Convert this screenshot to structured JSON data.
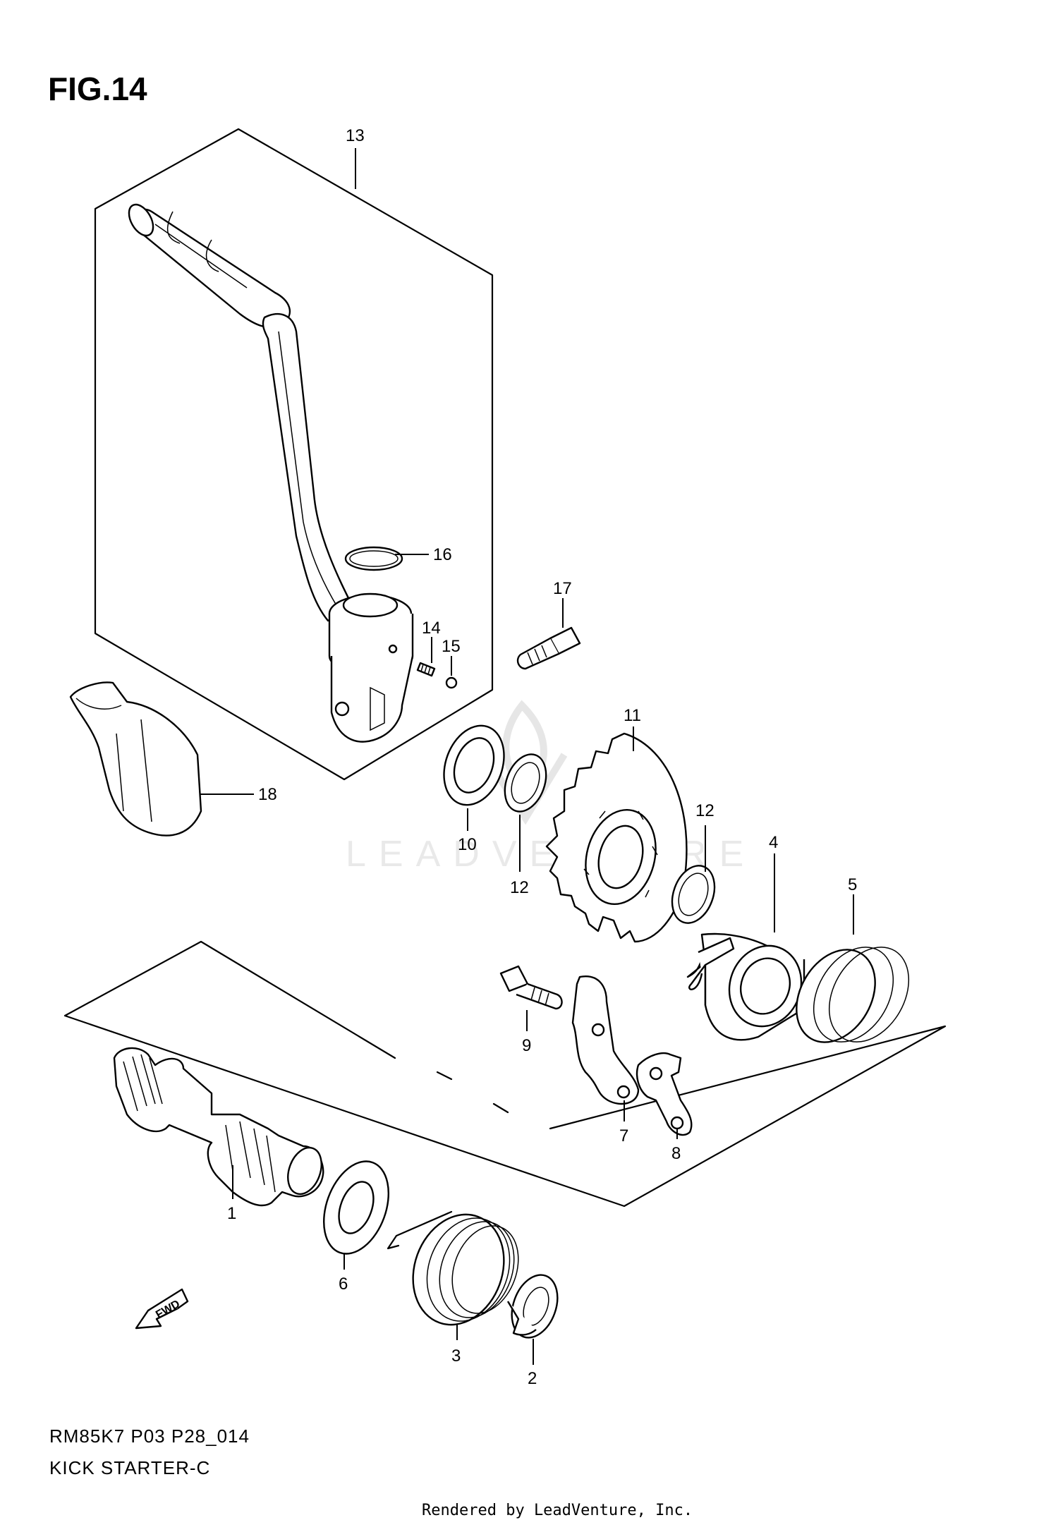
{
  "figure": {
    "title": "FIG.14",
    "model_code": "RM85K7 P03 P28_014",
    "section_name": "KICK STARTER-C",
    "credit": "Rendered by LeadVenture, Inc.",
    "watermark": "LEADVENTURE",
    "fwd_arrow_label": "FWD"
  },
  "callouts": [
    {
      "id": "13",
      "label": "13",
      "part": "kick-lever-assembly"
    },
    {
      "id": "16",
      "label": "16",
      "part": "circlip"
    },
    {
      "id": "17",
      "label": "17",
      "part": "lever-bolt"
    },
    {
      "id": "14",
      "label": "14",
      "part": "lever-pin"
    },
    {
      "id": "15",
      "label": "15",
      "part": "lever-ball"
    },
    {
      "id": "11",
      "label": "11",
      "part": "idle-gear"
    },
    {
      "id": "18",
      "label": "18",
      "part": "lever-cover"
    },
    {
      "id": "12a",
      "label": "12",
      "part": "washer-right"
    },
    {
      "id": "10",
      "label": "10",
      "part": "oil-seal"
    },
    {
      "id": "12b",
      "label": "12",
      "part": "washer-left"
    },
    {
      "id": "4",
      "label": "4",
      "part": "ratchet"
    },
    {
      "id": "5",
      "label": "5",
      "part": "ratchet-spring"
    },
    {
      "id": "9",
      "label": "9",
      "part": "guide-bolt"
    },
    {
      "id": "7",
      "label": "7",
      "part": "guide-plate"
    },
    {
      "id": "8",
      "label": "8",
      "part": "stopper-plate"
    },
    {
      "id": "1",
      "label": "1",
      "part": "kick-shaft"
    },
    {
      "id": "6",
      "label": "6",
      "part": "thrust-washer"
    },
    {
      "id": "3",
      "label": "3",
      "part": "return-spring"
    },
    {
      "id": "2",
      "label": "2",
      "part": "spring-guide"
    }
  ]
}
